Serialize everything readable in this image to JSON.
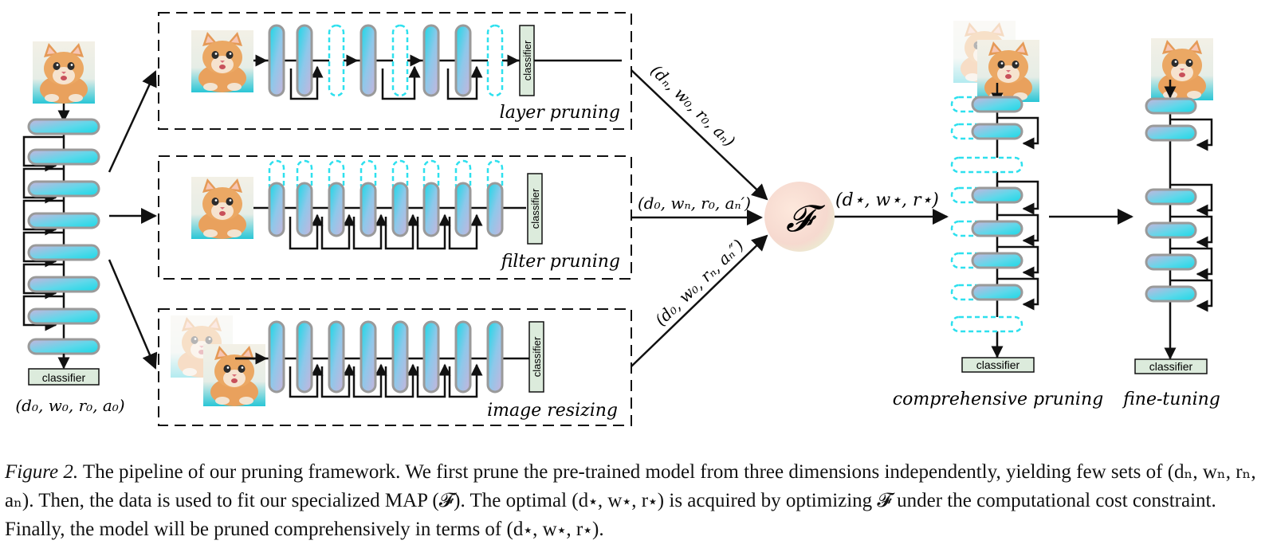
{
  "diagram": {
    "classifier_label": "classifier",
    "original_tuple": "(d₀, w₀, r₀, a₀)",
    "branches": {
      "layer": {
        "title": "layer pruning",
        "tuple": "(dₙ, w₀, r₀, aₙ)"
      },
      "filter": {
        "title": "filter pruning",
        "tuple": "(d₀, wₙ, r₀, aₙ′)"
      },
      "resize": {
        "title": "image resizing",
        "tuple": "(d₀, w₀, rₙ, aₙ″)"
      }
    },
    "map_symbol": "𝓕",
    "optimal_tuple": "(d⋆, w⋆, r⋆)",
    "comprehensive_title": "comprehensive pruning",
    "finetune_title": "fine-tuning"
  },
  "caption": {
    "lead": "Figure 2.",
    "text": " The pipeline of our pruning framework. We first prune the pre-trained model from three dimensions independently, yielding few sets of (dₙ, wₙ, rₙ, aₙ). Then, the data is used to fit our specialized MAP (𝓕). The optimal (d⋆, w⋆, r⋆) is acquired by optimizing 𝓕 under the computational cost constraint. Finally, the model will be pruned comprehensively in terms of (d⋆, w⋆, r⋆)."
  },
  "colors": {
    "block_cyan": "#19d8e6",
    "block_lavender": "#c8b4dc",
    "pruned_dash": "#2ee0ee",
    "classifier_fill": "#dcebdc",
    "map_node": "#fbe6d6"
  }
}
